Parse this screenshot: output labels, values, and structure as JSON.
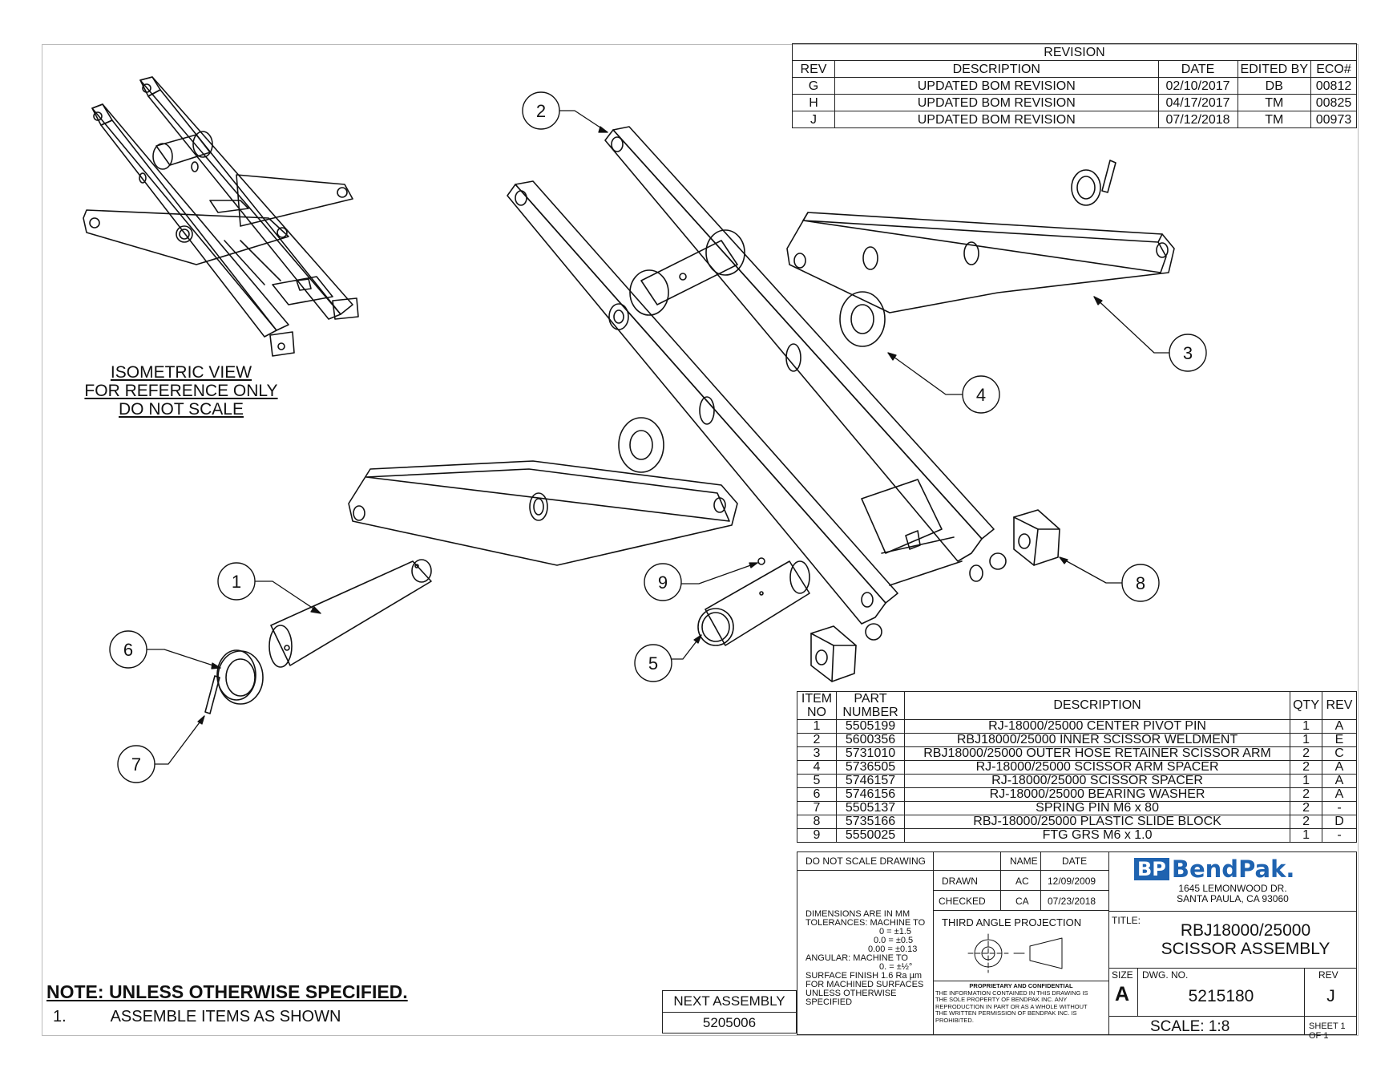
{
  "revision": {
    "title": "REVISION",
    "headers": [
      "REV",
      "DESCRIPTION",
      "DATE",
      "EDITED BY",
      "ECO#"
    ],
    "rows": [
      [
        "G",
        "UPDATED BOM REVISION",
        "02/10/2017",
        "DB",
        "00812"
      ],
      [
        "H",
        "UPDATED BOM REVISION",
        "04/17/2017",
        "TM",
        "00825"
      ],
      [
        "J",
        "UPDATED BOM REVISION",
        "07/12/2018",
        "TM",
        "00973"
      ]
    ]
  },
  "iso_note": [
    "ISOMETRIC VIEW",
    "FOR REFERENCE ONLY",
    "DO NOT SCALE"
  ],
  "balloons": [
    "1",
    "2",
    "3",
    "4",
    "5",
    "6",
    "7",
    "8",
    "9"
  ],
  "bom": {
    "headers": [
      "ITEM NO",
      "PART NUMBER",
      "DESCRIPTION",
      "QTY",
      "REV"
    ],
    "rows": [
      [
        "1",
        "5505199",
        "RJ-18000/25000 CENTER PIVOT PIN",
        "1",
        "A"
      ],
      [
        "2",
        "5600356",
        "RBJ18000/25000 INNER SCISSOR WELDMENT",
        "1",
        "E"
      ],
      [
        "3",
        "5731010",
        "RBJ18000/25000 OUTER HOSE RETAINER SCISSOR ARM",
        "2",
        "C"
      ],
      [
        "4",
        "5736505",
        "RJ-18000/25000 SCISSOR ARM SPACER",
        "2",
        "A"
      ],
      [
        "5",
        "5746157",
        "RJ-18000/25000 SCISSOR SPACER",
        "1",
        "A"
      ],
      [
        "6",
        "5746156",
        "RJ-18000/25000 BEARING WASHER",
        "2",
        "A"
      ],
      [
        "7",
        "5505137",
        "SPRING PIN M6 x 80",
        "2",
        "-"
      ],
      [
        "8",
        "5735166",
        "RBJ-18000/25000 PLASTIC SLIDE BLOCK",
        "2",
        "D"
      ],
      [
        "9",
        "5550025",
        "FTG GRS M6 x 1.0",
        "1",
        "-"
      ]
    ]
  },
  "notes": {
    "title": "NOTE: UNLESS OTHERWISE SPECIFIED.",
    "items": [
      {
        "num": "1.",
        "text": "ASSEMBLE ITEMS AS SHOWN"
      }
    ]
  },
  "next_assembly": {
    "label": "NEXT ASSEMBLY",
    "value": "5205006"
  },
  "title_block": {
    "do_not_scale": "DO NOT SCALE DRAWING",
    "name_label": "NAME",
    "date_label": "DATE",
    "drawn_label": "DRAWN",
    "drawn_name": "AC",
    "drawn_date": "12/09/2009",
    "checked_label": "CHECKED",
    "checked_name": "CA",
    "checked_date": "07/23/2018",
    "tolerances": [
      "DIMENSIONS ARE IN MM",
      "TOLERANCES:  MACHINE TO",
      "0 = ±1.5",
      "0.0 = ±0.5",
      "0.00 = ±0.13",
      "ANGULAR: MACHINE TO",
      "0. = ±½°",
      "SURFACE FINISH 1.6 Ra µm",
      "FOR MACHINED SURFACES",
      "UNLESS OTHERWISE SPECIFIED"
    ],
    "projection": "THIRD ANGLE PROJECTION",
    "proprietary_title": "PROPRIETARY AND CONFIDENTIAL",
    "proprietary_text": [
      "THE INFORMATION CONTAINED IN THIS DRAWING IS",
      "THE SOLE PROPERTY OF BENDPAK INC. ANY",
      "REPRODUCTION IN PART OR AS A WHOLE WITHOUT",
      "THE WRITTEN PERMISSION OF BENDPAK INC. IS",
      "PROHIBITED."
    ],
    "logo_mark": "BP",
    "logo_text": "BendPak.",
    "address1": "1645 LEMONWOOD DR.",
    "address2": "SANTA PAULA, CA 93060",
    "title_label": "TITLE:",
    "title1": "RBJ18000/25000",
    "title2": "SCISSOR ASSEMBLY",
    "size_label": "SIZE",
    "size": "A",
    "dwg_label": "DWG.  NO.",
    "dwg_no": "5215180",
    "rev_label": "REV",
    "rev": "J",
    "scale": "SCALE: 1:8",
    "sheet": "SHEET 1 OF 1",
    "colors": {
      "logo_blue": "#1f63b0",
      "logo_grey": "#8a9bb5"
    }
  }
}
